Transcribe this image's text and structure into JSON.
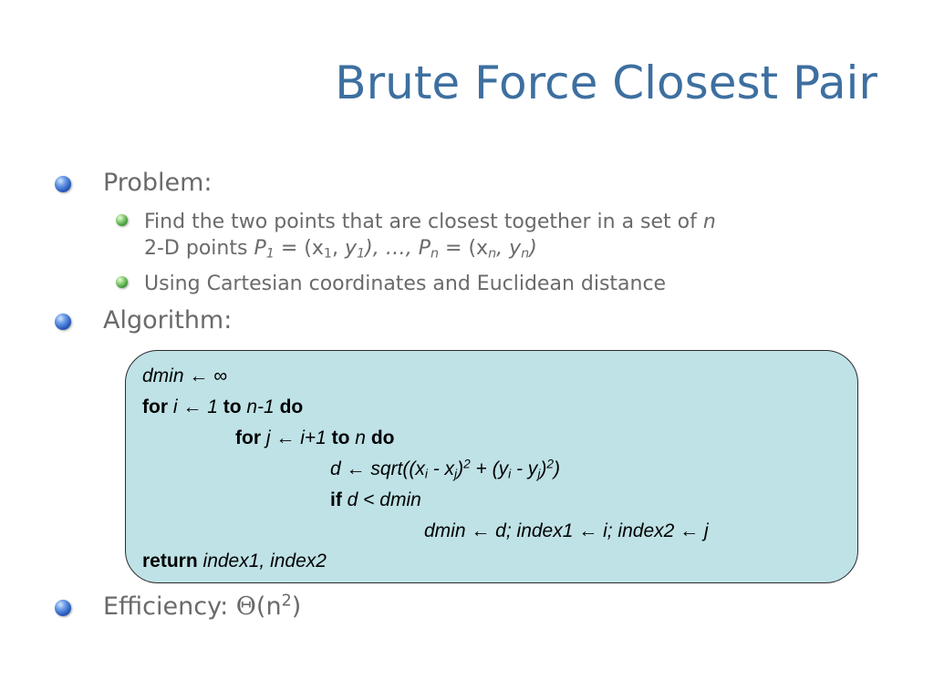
{
  "title": "Brute Force Closest Pair",
  "bullets": {
    "problem": {
      "label": "Problem:",
      "sub1": {
        "line1": "Find the two points that are closest together in a set of ",
        "n": "n",
        "line2_pre": "2-D points ",
        "P": "P",
        "one": "1",
        "eq": " = (",
        "x": "x",
        "comma": ", ",
        "y": "y",
        "close": "), …, ",
        "Pn": "P",
        "nsub": "n",
        "eq2": " = (",
        "x2": "x",
        "nsub2": "n",
        "comma2": ", ",
        "y2": "y",
        "nsub3": "n",
        "close2": ")"
      },
      "sub2": "Using Cartesian coordinates and Euclidean distance"
    },
    "algorithm": {
      "label": "Algorithm:"
    },
    "efficiency": {
      "label": "Efficiency: ",
      "theta": "Θ",
      "open": "(n",
      "exp": "2",
      "close": ")"
    }
  },
  "code": {
    "l1": {
      "a": "dmin",
      "b": " ← ∞"
    },
    "l2": {
      "for": "for",
      "i": " i ",
      "arrow": "← ",
      "one": "1",
      "to": " to ",
      "n1": "n-1",
      "do": " do"
    },
    "l3": {
      "for": "for",
      "j": " j ",
      "arrow": "← ",
      "i1": "i+1",
      "to": " to ",
      "n": "n",
      "do": " do"
    },
    "l4": {
      "a": "d ← sqrt((x",
      "i1": "i",
      "b": " - x",
      "j1": "j",
      "c": ")",
      "p1": "2",
      "d": " + (y",
      "i2": "i",
      "e": " - y",
      "j2": "j",
      "f": ")",
      "p2": "2",
      "g": ")"
    },
    "l5": {
      "if": "if",
      "cond": " d < dmin"
    },
    "l6": {
      "text": "dmin ← d; index1 ← i; index2 ← j"
    },
    "l7": {
      "ret": "return",
      "vals": " index1, index2"
    }
  }
}
